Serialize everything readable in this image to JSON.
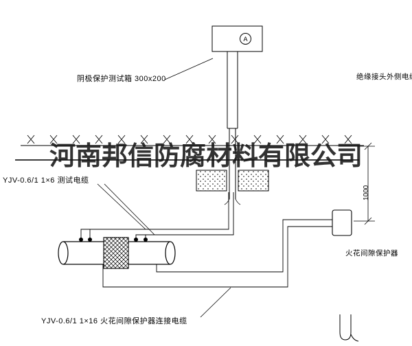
{
  "watermark": {
    "text": "河南邦信防腐材料有限公司"
  },
  "labels": {
    "test_box": "阴极保护测试箱 300x200",
    "outside_cable": "绝缘接头外侧电缆",
    "test_cable": "YJV-0.6/1 1×6  测试电缆",
    "spark_gap_protector": "火花间隙保护器",
    "protector_cable": "YJV-0.6/1 1×16  火花间隙保护器连接电缆",
    "dimension_1000": "1000",
    "ammeter": "A"
  },
  "colors": {
    "line": "#000000",
    "watermark": "#1a1a1a"
  }
}
